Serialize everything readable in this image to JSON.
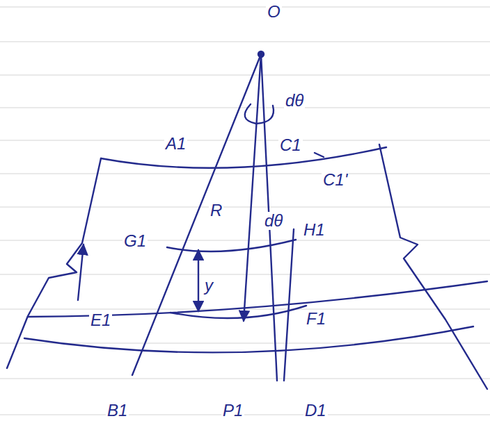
{
  "diagram": {
    "labels": [
      "O",
      "dθ",
      "A1",
      "C1",
      "C1'",
      "R",
      "dθ",
      "H1",
      "G1",
      "y",
      "E1",
      "F1",
      "B1",
      "P1",
      "D1"
    ]
  }
}
